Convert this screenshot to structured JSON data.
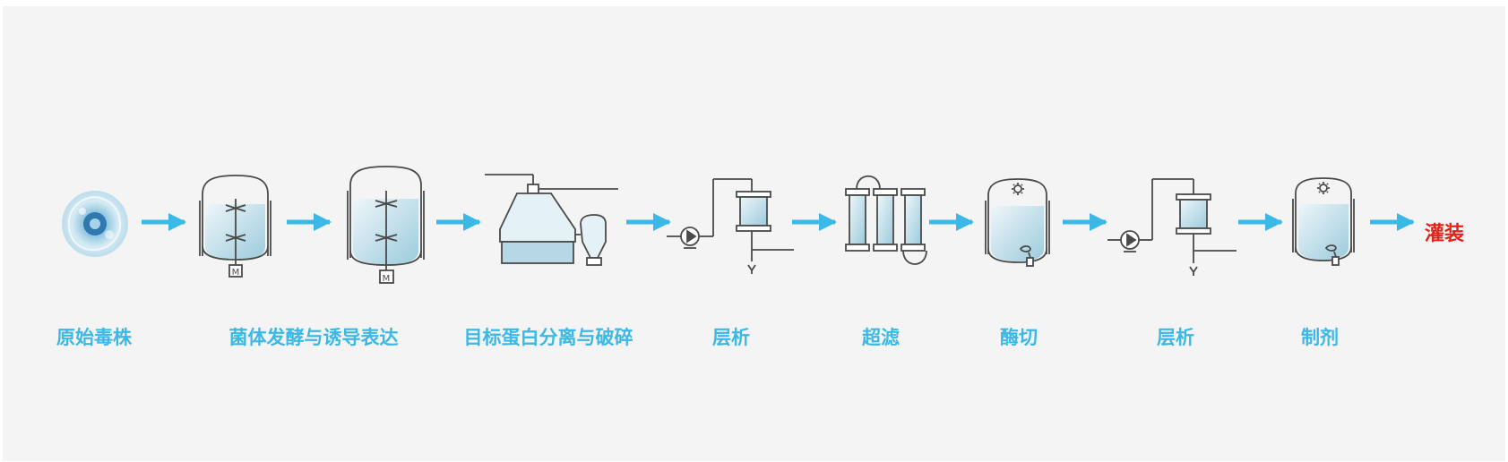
{
  "colors": {
    "accent": "#3cb8e6",
    "final": "#e2231a",
    "outline": "#4a4a4a",
    "liquid": "#cfe6ef"
  },
  "steps": [
    {
      "label": "原始毒株",
      "icon": "virus-strain-icon"
    },
    {
      "label": "菌体发酵与诱导表达",
      "icon": "fermenter-icon"
    },
    {
      "label": "目标蛋白分离与破碎",
      "icon": "centrifuge-separator-icon"
    },
    {
      "label": "层析",
      "icon": "chromatography-column-icon"
    },
    {
      "label": "超滤",
      "icon": "ultrafiltration-icon"
    },
    {
      "label": "酶切",
      "icon": "enzyme-reactor-icon"
    },
    {
      "label": "层析",
      "icon": "chromatography-column-icon"
    },
    {
      "label": "制剂",
      "icon": "formulation-tank-icon"
    }
  ],
  "final_step": {
    "label": "灌装"
  },
  "motor_label": "M"
}
